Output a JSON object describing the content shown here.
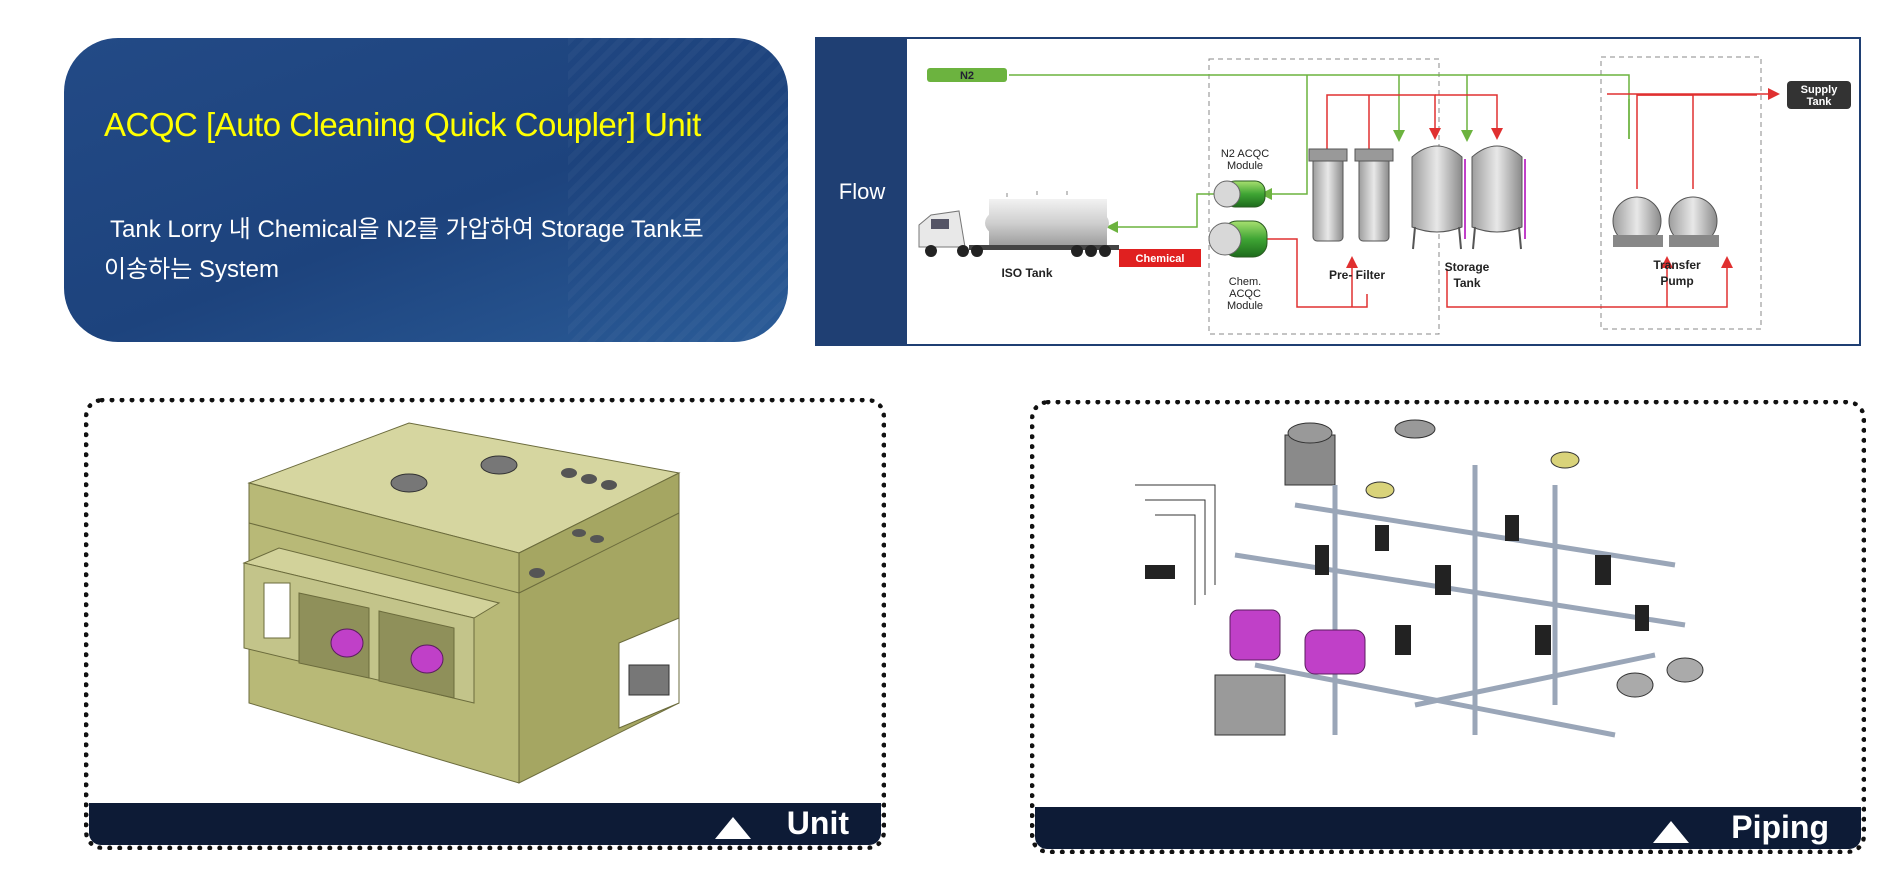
{
  "intro": {
    "title": "ACQC [Auto Cleaning Quick Coupler] Unit",
    "line1": "Tank Lorry 내 Chemical을 N2를 가압하여 Storage Tank로",
    "line2": "이송하는 System"
  },
  "flow": {
    "side_label": "Flow",
    "n2_tag": "N2",
    "chemical_tag": "Chemical",
    "iso_tank": "ISO Tank",
    "n2_module": [
      "N2 ACQC",
      "Module"
    ],
    "chem_module": [
      "Chem.",
      "ACQC",
      "Module"
    ],
    "pre_filter": "Pre- Filter",
    "storage_tank": [
      "Storage",
      "Tank"
    ],
    "transfer_pump": [
      "Transfer",
      "Pump"
    ],
    "supply_tank": [
      "Supply",
      "Tank"
    ]
  },
  "panels": {
    "unit_label": "Unit",
    "piping_label": "Piping"
  },
  "colors": {
    "intro_bg": "#234a86",
    "title": "#ffff00",
    "flow_side": "#1f3f73",
    "n2_line": "#6cb33f",
    "chem_line": "#e03030",
    "panel_bar": "#0d1b36",
    "unit_body": "#b8b977",
    "magenta": "#c040c8"
  }
}
